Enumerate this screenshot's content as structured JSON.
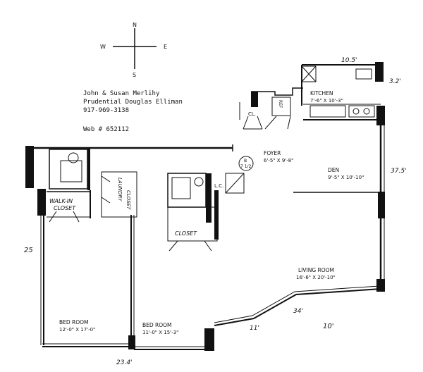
{
  "compass": {
    "n": "N",
    "s": "S",
    "e": "E",
    "w": "W"
  },
  "agent": {
    "line1": "John & Susan Merlihy",
    "line2": "Prudential Douglas Elliman",
    "line3": "917-969-3138",
    "web": "Web # 652112"
  },
  "rooms": {
    "kitchen": {
      "name": "KITCHEN",
      "dims": "7'-6\" X 10'-3\""
    },
    "foyer": {
      "name": "FOYER",
      "dims": "6'-5\" X 9'-8\""
    },
    "den": {
      "name": "DEN",
      "dims": "9'-5\" X 10'-10\""
    },
    "living_room": {
      "name": "LIVING ROOM",
      "dims": "16'-6\" X 20'-10\""
    },
    "bed_room_1": {
      "name": "BED ROOM",
      "dims": "12'-0\" X 17'-0\""
    },
    "bed_room_2": {
      "name": "BED ROOM",
      "dims": "11'-0\" X 15'-3\""
    }
  },
  "closets": {
    "walk_in_1": "WALK-IN",
    "walk_in_2": "CLOSET",
    "closet": "CLOSET",
    "laundry_a": "LAUNDRY",
    "laundry_b": "CLOSET",
    "lc": "L.C.",
    "cl": "CL.",
    "ref": "REF"
  },
  "badge": {
    "top": "B",
    "bottom": "7 1/2"
  },
  "handwritten": {
    "h_kitchen_top": "10.5'",
    "h_kitchen_side": "3.2'",
    "h_den_side": "37.5'",
    "h_left_side": "25",
    "h_bay_a": "34'",
    "h_bay_b": "11'",
    "h_bottom_right": "10'",
    "h_bottom_left": "23.4'"
  }
}
